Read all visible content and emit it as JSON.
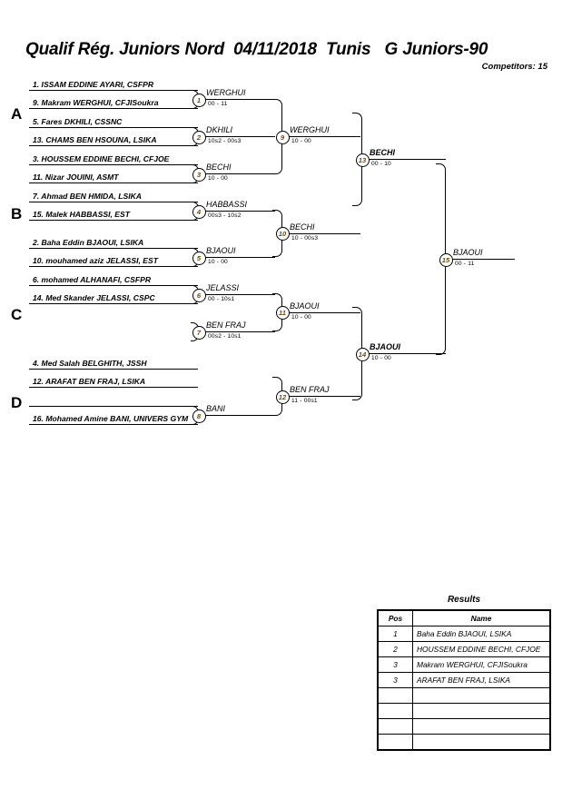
{
  "header": {
    "title": "Qualif Rég. Juniors Nord  04/11/2018  Tunis   G Juniors-90",
    "competitors": "Competitors: 15"
  },
  "groups": [
    {
      "letter": "A"
    },
    {
      "letter": "B"
    },
    {
      "letter": "C"
    },
    {
      "letter": "D"
    }
  ],
  "entries": [
    {
      "label": "1. ISSAM EDDINE AYARI, CSFPR"
    },
    {
      "label": "9. Makram WERGHUI, CFJISoukra"
    },
    {
      "label": "5. Fares DKHILI, CSSNC"
    },
    {
      "label": "13. CHAMS BEN HSOUNA, LSIKA"
    },
    {
      "label": "3. HOUSSEM EDDINE BECHI, CFJOE"
    },
    {
      "label": "11. Nizar JOUINI, ASMT"
    },
    {
      "label": "7. Ahmad BEN HMIDA, LSIKA"
    },
    {
      "label": "15. Malek HABBASSI, EST"
    },
    {
      "label": "2. Baha Eddin BJAOUI, LSIKA"
    },
    {
      "label": "10. mouhamed aziz JELASSI, EST"
    },
    {
      "label": "6. mohamed ALHANAFI, CSFPR"
    },
    {
      "label": "14. Med Skander JELASSI, CSPC"
    },
    {
      "label": "4. Med Salah BELGHITH, JSSH"
    },
    {
      "label": "12. ARAFAT BEN FRAJ, LSIKA"
    },
    {
      "label": ""
    },
    {
      "label": "16. Mohamed Amine BANI, UNIVERS GYM"
    }
  ],
  "bouts": [
    {
      "num": "1",
      "winner": "WERGHUI",
      "score": "00 - 11",
      "bold": false
    },
    {
      "num": "2",
      "winner": "DKHILI",
      "score": "10s2 - 00s3",
      "bold": false
    },
    {
      "num": "3",
      "winner": "BECHI",
      "score": "10 - 00",
      "bold": false
    },
    {
      "num": "4",
      "winner": "HABBASSI",
      "score": "00s3 - 10s2",
      "bold": false
    },
    {
      "num": "5",
      "winner": "BJAOUI",
      "score": "10 - 00",
      "bold": false
    },
    {
      "num": "6",
      "winner": "JELASSI",
      "score": "00 - 10s1",
      "bold": false
    },
    {
      "num": "7",
      "winner": "BEN FRAJ",
      "score": "00s2 - 10s1",
      "bold": false
    },
    {
      "num": "8",
      "winner": "BANI",
      "score": "",
      "bold": false
    },
    {
      "num": "9",
      "winner": "WERGHUI",
      "score": "10 - 00",
      "bold": false
    },
    {
      "num": "10",
      "winner": "BECHI",
      "score": "10 - 00s3",
      "bold": false
    },
    {
      "num": "11",
      "winner": "BJAOUI",
      "score": "10 - 00",
      "bold": false
    },
    {
      "num": "12",
      "winner": "BEN FRAJ",
      "score": "11 - 00s1",
      "bold": false
    },
    {
      "num": "13",
      "winner": "BECHI",
      "score": "00 - 10",
      "bold": true
    },
    {
      "num": "14",
      "winner": "BJAOUI",
      "score": "10 - 00",
      "bold": true
    },
    {
      "num": "15",
      "winner": "BJAOUI",
      "score": "00 - 11",
      "bold": false
    }
  ],
  "results": {
    "title": "Results",
    "columns": [
      "Pos",
      "Name"
    ],
    "rows": [
      {
        "pos": "1",
        "name": "Baha Eddin BJAOUI, LSIKA"
      },
      {
        "pos": "2",
        "name": "HOUSSEM EDDINE BECHI, CFJOE"
      },
      {
        "pos": "3",
        "name": "Makram WERGHUI, CFJISoukra"
      },
      {
        "pos": "3",
        "name": "ARAFAT BEN FRAJ, LSIKA"
      },
      {
        "pos": "",
        "name": ""
      },
      {
        "pos": "",
        "name": ""
      },
      {
        "pos": "",
        "name": ""
      },
      {
        "pos": "",
        "name": ""
      }
    ]
  }
}
